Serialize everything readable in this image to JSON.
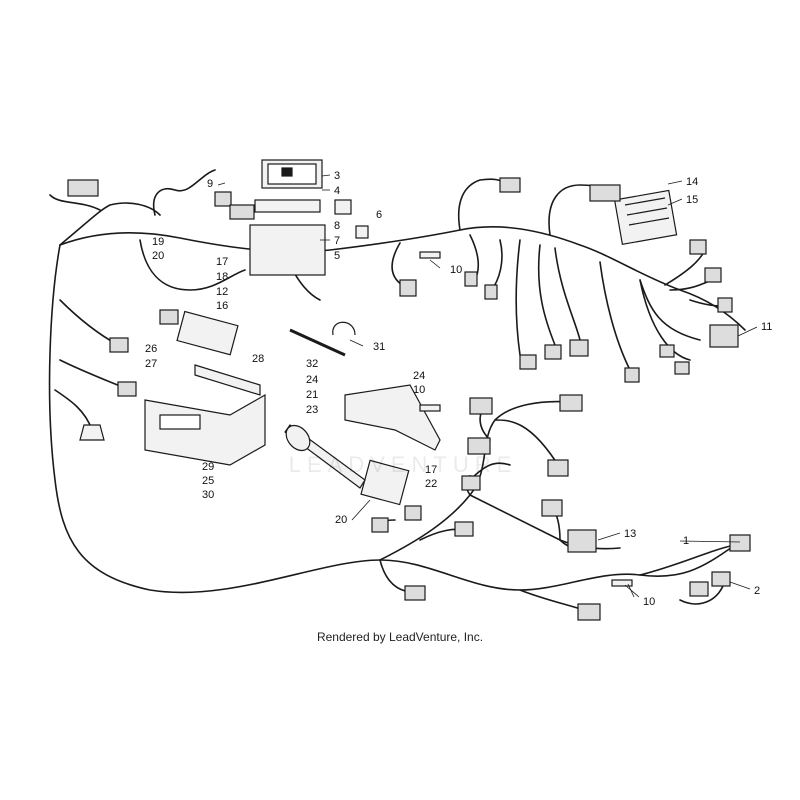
{
  "colors": {
    "line": "#1a1a1a",
    "part_fill": "#f2f2f2",
    "connector_fill": "#dddddd",
    "text": "#111111"
  },
  "callouts": [
    "1",
    "2",
    "3",
    "4",
    "5",
    "6",
    "7",
    "8",
    "9",
    "10",
    "10",
    "10",
    "11",
    "12",
    "13",
    "14",
    "15",
    "16",
    "17",
    "17",
    "18",
    "19",
    "20",
    "20",
    "21",
    "22",
    "23",
    "24",
    "24",
    "25",
    "26",
    "27",
    "28",
    "29",
    "30",
    "31",
    "32"
  ],
  "watermark": "LEADVENTURE",
  "caption": "Rendered by LeadVenture, Inc."
}
